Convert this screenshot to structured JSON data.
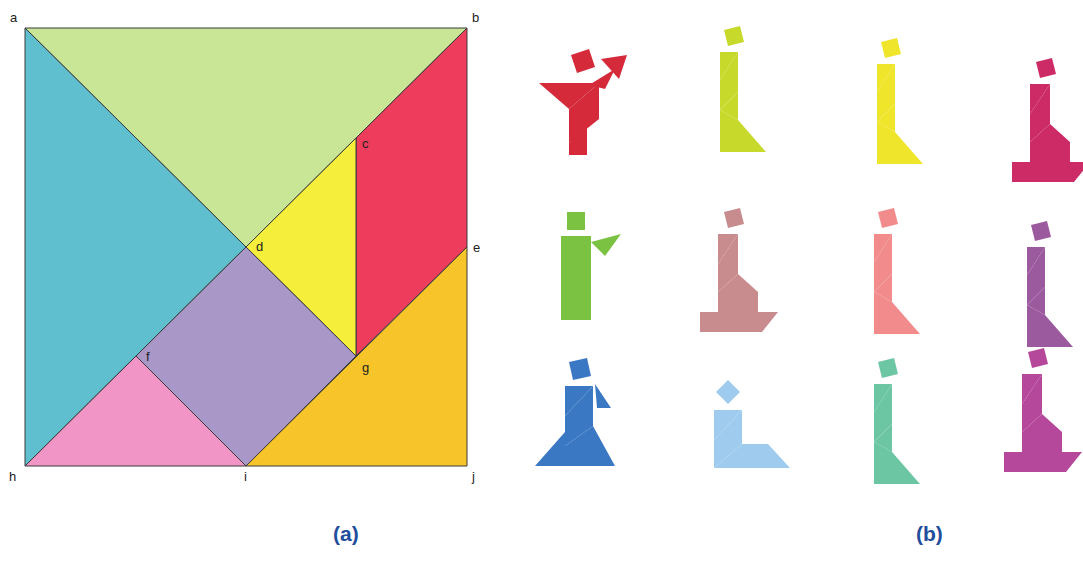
{
  "diagram": {
    "labels": [
      "a",
      "b",
      "c",
      "d",
      "e",
      "f",
      "g",
      "h",
      "i",
      "j",
      "(a)",
      "(b)"
    ]
  }
}
